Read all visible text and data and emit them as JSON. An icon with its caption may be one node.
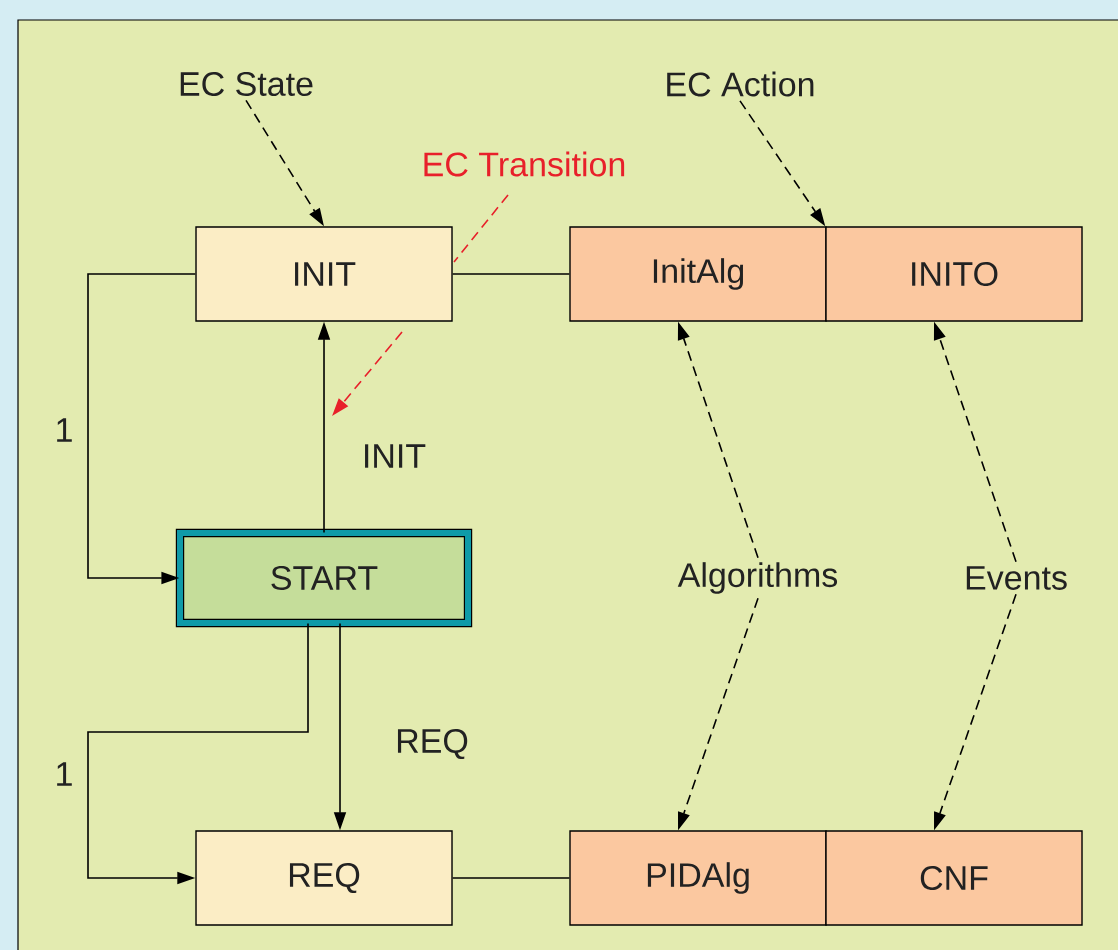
{
  "diagram": {
    "nodes": [
      {
        "text": [
          "EC State"
        ]
      },
      {
        "text": [
          "EC Action"
        ]
      },
      {
        "text": [
          "EC Transition"
        ]
      },
      {
        "text": [
          "INIT"
        ]
      },
      {
        "text": [
          "InitAlg"
        ]
      },
      {
        "text": [
          "INITO"
        ]
      },
      {
        "text": [
          "START"
        ]
      },
      {
        "text": [
          "Algorithms"
        ]
      },
      {
        "text": [
          "Events"
        ]
      },
      {
        "text": [
          "REQ"
        ]
      },
      {
        "text": [
          "PIDAlg"
        ]
      },
      {
        "text": [
          "CNF"
        ]
      }
    ],
    "edges": [
      {
        "from": 0,
        "to": 3,
        "arrow": "to",
        "style": "dashed"
      },
      {
        "from": 1,
        "to": 5,
        "arrow": "to",
        "style": "dashed"
      },
      {
        "from": 2,
        "to": null,
        "arrow": "to",
        "style": "dashed",
        "color": "#e8202a"
      },
      {
        "from": 6,
        "to": 3,
        "arrow": "to",
        "label": "INIT"
      },
      {
        "from": 3,
        "to": 6,
        "arrow": "to",
        "label": "1"
      },
      {
        "from": 6,
        "to": 9,
        "arrow": "to",
        "label": "REQ"
      },
      {
        "from": 6,
        "to": 9,
        "arrow": "to",
        "label": "1"
      },
      {
        "from": 3,
        "to": 4,
        "arrow": "none"
      },
      {
        "from": 9,
        "to": 10,
        "arrow": "none"
      },
      {
        "from": 7,
        "to": 4,
        "arrow": "to",
        "style": "dashed"
      },
      {
        "from": 7,
        "to": 10,
        "arrow": "to",
        "style": "dashed"
      },
      {
        "from": 8,
        "to": 5,
        "arrow": "to",
        "style": "dashed"
      },
      {
        "from": 8,
        "to": 11,
        "arrow": "to",
        "style": "dashed"
      }
    ]
  }
}
